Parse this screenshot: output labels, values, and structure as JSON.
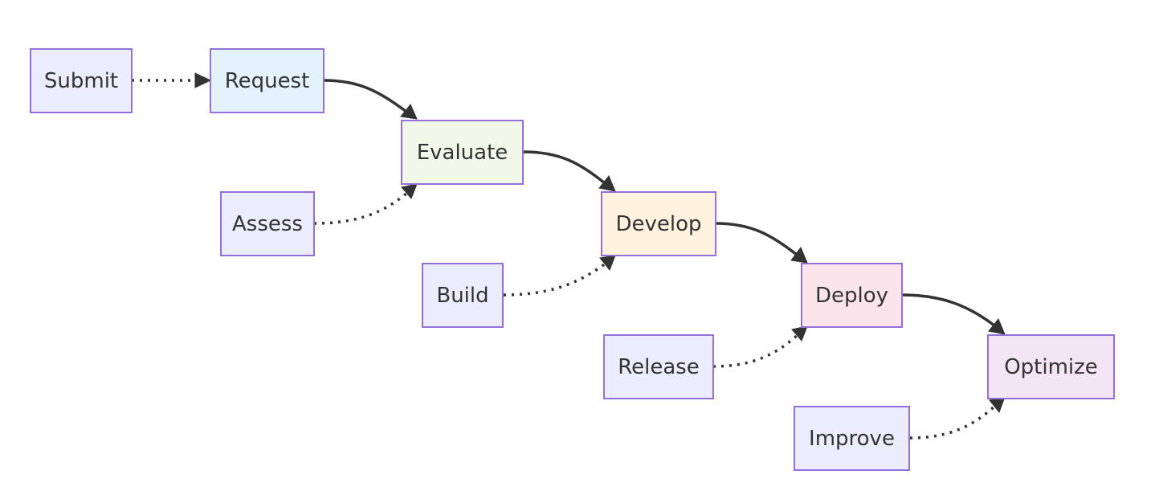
{
  "diagram": {
    "nodes": {
      "submit": {
        "label": "Submit",
        "fill": "#ECECFF"
      },
      "request": {
        "label": "Request",
        "fill": "#E3F2FD"
      },
      "evaluate": {
        "label": "Evaluate",
        "fill": "#F1F8E9"
      },
      "assess": {
        "label": "Assess",
        "fill": "#ECECFF"
      },
      "develop": {
        "label": "Develop",
        "fill": "#FFF3E0"
      },
      "build": {
        "label": "Build",
        "fill": "#ECECFF"
      },
      "deploy": {
        "label": "Deploy",
        "fill": "#FCE4EC"
      },
      "release": {
        "label": "Release",
        "fill": "#ECECFF"
      },
      "optimize": {
        "label": "Optimize",
        "fill": "#F3E5F5"
      },
      "improve": {
        "label": "Improve",
        "fill": "#ECECFF"
      }
    },
    "edges": [
      {
        "from": "submit",
        "to": "request",
        "style": "dotted"
      },
      {
        "from": "request",
        "to": "evaluate",
        "style": "solid"
      },
      {
        "from": "assess",
        "to": "evaluate",
        "style": "dotted"
      },
      {
        "from": "evaluate",
        "to": "develop",
        "style": "solid"
      },
      {
        "from": "build",
        "to": "develop",
        "style": "dotted"
      },
      {
        "from": "develop",
        "to": "deploy",
        "style": "solid"
      },
      {
        "from": "release",
        "to": "deploy",
        "style": "dotted"
      },
      {
        "from": "deploy",
        "to": "optimize",
        "style": "solid"
      },
      {
        "from": "improve",
        "to": "optimize",
        "style": "dotted"
      }
    ],
    "colors": {
      "node_border": "#9370DB",
      "edge": "#333333",
      "text": "#333333"
    }
  }
}
